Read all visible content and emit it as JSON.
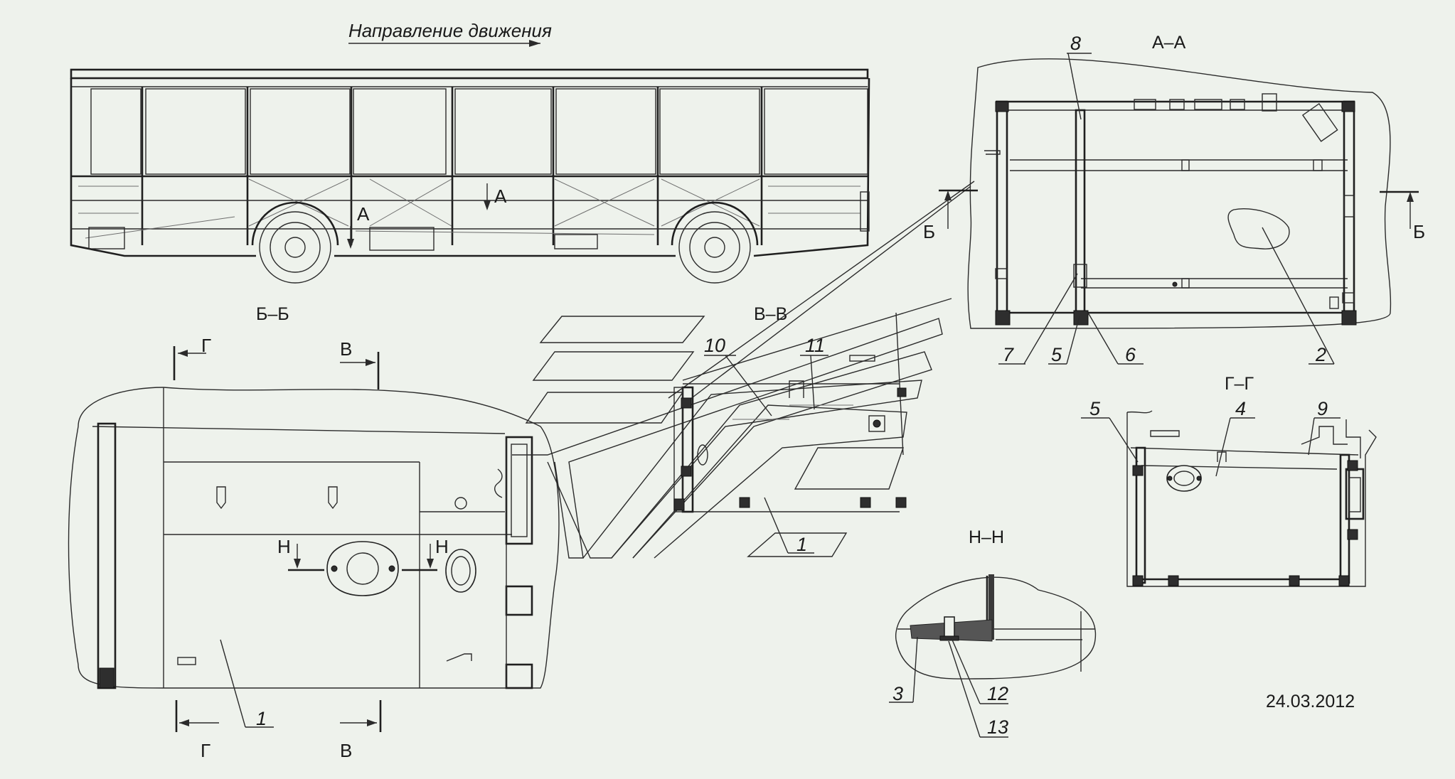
{
  "labels": {
    "direction": "Направление движения",
    "date": "24.03.2012",
    "section_aa": "А–А",
    "section_bb": "Б–Б",
    "section_vv": "В–В",
    "section_gg": "Г–Г",
    "section_nn": "Н–Н",
    "mark_a": "А",
    "mark_b": "Б",
    "mark_v": "В",
    "mark_g": "Г",
    "mark_n": "Н"
  },
  "parts": [
    "1",
    "2",
    "3",
    "4",
    "5",
    "6",
    "7",
    "8",
    "9",
    "10",
    "11",
    "12",
    "13"
  ],
  "colors": {
    "background": "#eef2ec",
    "line": "#2b2b2b"
  }
}
